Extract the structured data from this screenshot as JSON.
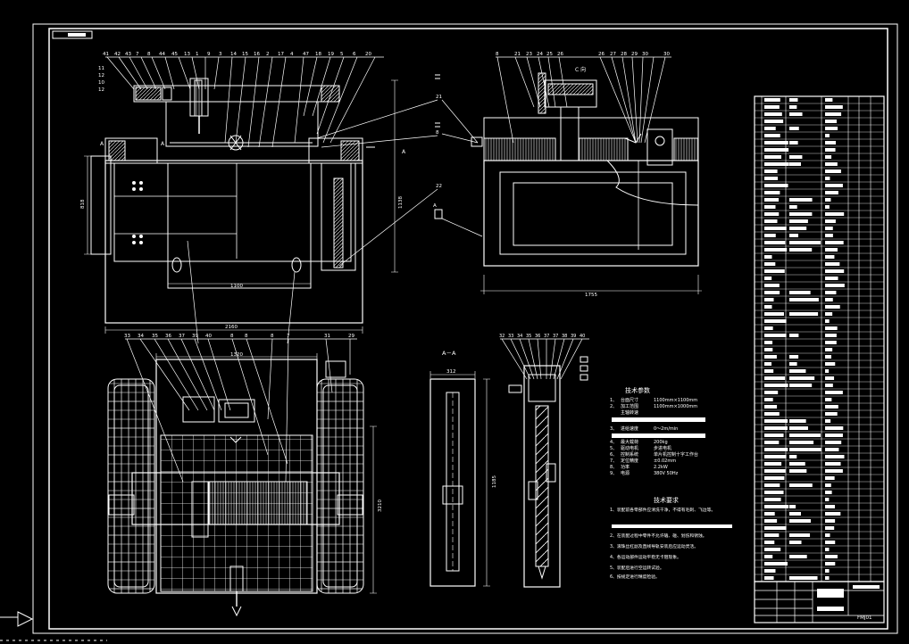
{
  "drawing": {
    "top_left_tag": "",
    "front_view": {
      "dim_width": "1100",
      "dim_overall": "2160",
      "dim_height_left": "818",
      "dim_height_right": "1138"
    },
    "side_view": {
      "label": "C 向",
      "dim_width": "1755"
    },
    "plan_view": {
      "dim_top": "1320",
      "dim_right": "3210"
    },
    "section_view": {
      "title": "A－A",
      "dim_width": "312",
      "dim_height": "1185"
    }
  },
  "tech_params": {
    "title": "技术参数",
    "items": [
      {
        "no": "1、",
        "name": "台面尺寸",
        "value": "1100mm×1100mm"
      },
      {
        "no": "2、",
        "name": "加工范围",
        "value": "1100mm×1000mm"
      },
      {
        "no": "",
        "name": "主轴转速",
        "value": ""
      },
      {
        "no": "3、",
        "name": "进给速度",
        "value": "0～2m/min"
      },
      {
        "no": "4、",
        "name": "最大载荷",
        "value": "200kg"
      },
      {
        "no": "5、",
        "name": "驱动电机",
        "value": "步进电机"
      },
      {
        "no": "6、",
        "name": "控制系统",
        "value": "单片机控制十字工作台"
      },
      {
        "no": "7、",
        "name": "定位精度",
        "value": "±0.02mm"
      },
      {
        "no": "8、",
        "name": "功率",
        "value": "2.2kW"
      },
      {
        "no": "9、",
        "name": "电源",
        "value": "380V 50Hz"
      }
    ]
  },
  "tech_reqs": {
    "title": "技术要求",
    "items": [
      "1、装配前各零部件应清洗干净，不得有毛刺、飞边等。",
      "2、在装配过程中零件不允许磕、碰、划伤和锈蚀。",
      "3、滚珠丝杠副及直线导轨安装后应运动灵活。",
      "4、各运动部件运动平稳无卡阻现象。",
      "5、装配后进行空运转试验。",
      "6、按规定进行精度检验。"
    ]
  },
  "title_block": {
    "drawing_no": "FMJ01"
  },
  "colors": {
    "line": "#ffffff",
    "highlight": "#ffff66",
    "background": "#000000"
  }
}
